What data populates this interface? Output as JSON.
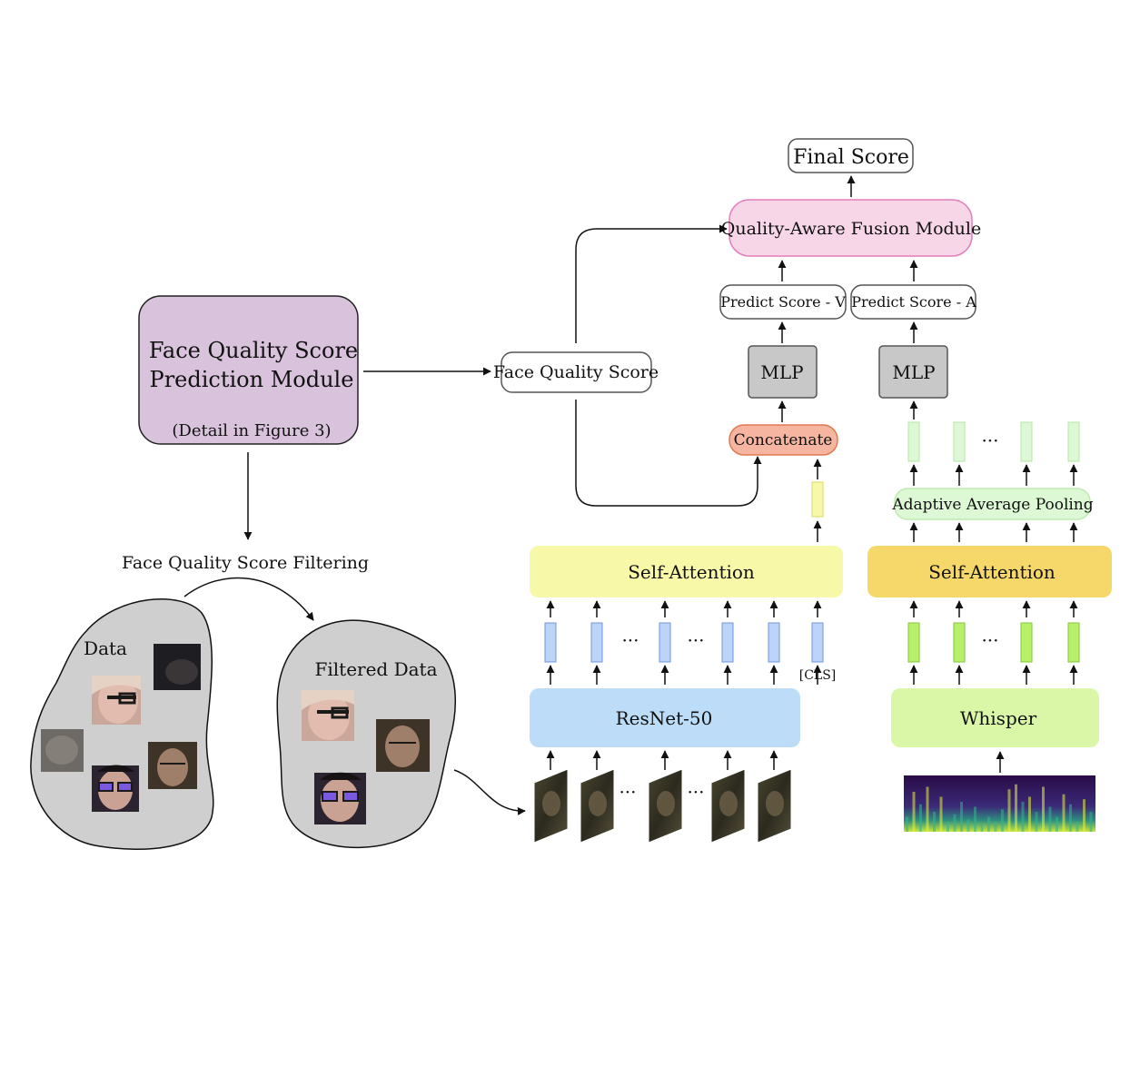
{
  "module": {
    "line1": "Face Quality Score",
    "line2": "Prediction Module",
    "note": "(Detail in Figure 3)"
  },
  "filtering_label": "Face Quality Score Filtering",
  "data_label": "Data",
  "filtered_label": "Filtered Data",
  "face_quality_box": "Face Quality Score",
  "final_score": "Final Score",
  "fusion": "Quality-Aware Fusion Module",
  "predict_v": "Predict Score - V",
  "predict_a": "Predict Score - A",
  "mlp": "MLP",
  "concatenate": "Concatenate",
  "adaptive_pooling": "Adaptive Average Pooling",
  "self_attention": "Self-Attention",
  "resnet": "ResNet-50",
  "whisper": "Whisper",
  "cls": "[CLS]",
  "ellipsis": "···",
  "colors": {
    "module_fill": "#d9c2dc",
    "fusion_fill": "#f7d7e7",
    "fusion_stroke": "#e27fbd",
    "concat_fill": "#f5b5a0",
    "concat_stroke": "#e07a50",
    "sa_video": "#f7f9a8",
    "sa_audio": "#f6d86a",
    "resnet": "#bcdcf7",
    "whisper": "#d9f7a6",
    "pooling": "#dcf8d4",
    "mlp": "#c8c8c8",
    "blob": "#cfcfcf"
  }
}
